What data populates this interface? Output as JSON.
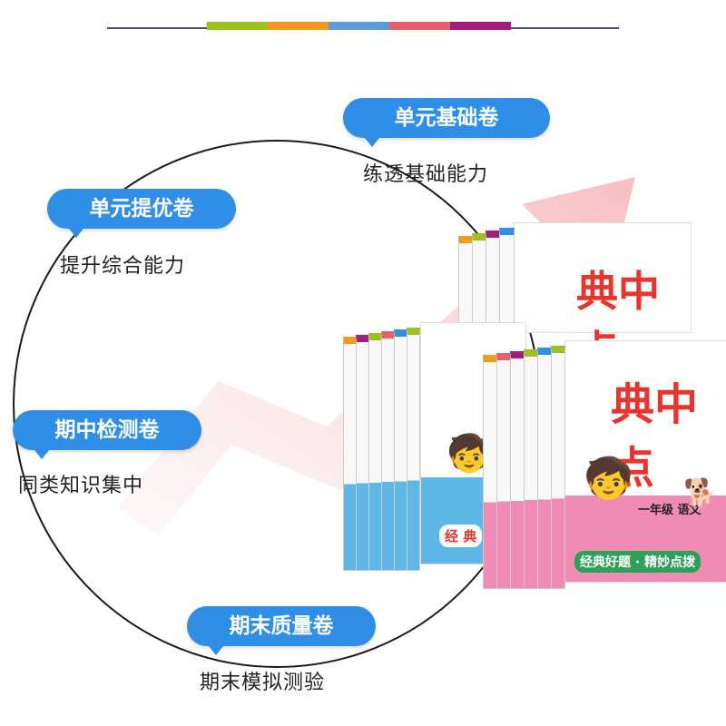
{
  "header": {
    "bar_colors": [
      "#9bc31c",
      "#f39a1e",
      "#5a9bd8",
      "#e85d6a",
      "#a3207a"
    ]
  },
  "cycle": {
    "items": [
      {
        "title": "单元基础卷",
        "description": "练透基础能力"
      },
      {
        "title": "单元提优卷",
        "description": "提升综合能力"
      },
      {
        "title": "期中检测卷",
        "description": "同类知识集中"
      },
      {
        "title": "期末质量卷",
        "description": "期末模拟测验"
      }
    ]
  },
  "product": {
    "brand": "典中点",
    "grade_label": "一年级 语文",
    "slogan": "经典好题 · 精妙点拨",
    "slogan_short": "经 典"
  },
  "colors": {
    "pill": "#2f8ee6",
    "accent_red": "#e8342d",
    "cover_blue": "#5fb7e8",
    "cover_pink": "#f08bb5"
  }
}
